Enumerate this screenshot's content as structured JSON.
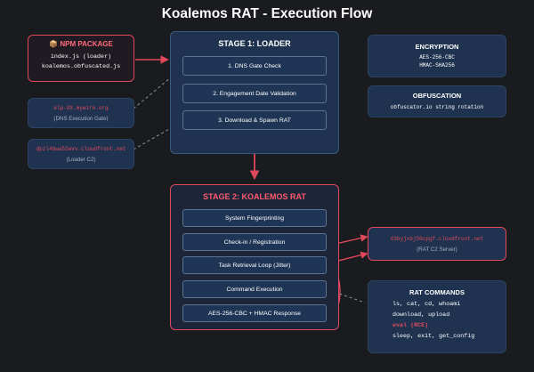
{
  "title": "Koalemos RAT - Execution Flow",
  "npm": {
    "icon": "📦",
    "heading": "NPM PACKAGE",
    "lines": [
      "index.js (loader)",
      "koalemos.obfuscated.js"
    ]
  },
  "dns_gate": {
    "url": "elp-XX.mywire.org",
    "label": "(DNS Execution Gate)"
  },
  "loader_c2": {
    "url": "dpzl4bwa52wvv.cloudfront.net",
    "label": "(Loader C2)"
  },
  "stage1": {
    "heading": "STAGE 1: LOADER",
    "steps": [
      "1. DNS Gate Check",
      "2. Engagement Date Validation",
      "3. Download & Spawn RAT"
    ]
  },
  "stage2": {
    "heading": "STAGE 2: KOALEMOS RAT",
    "steps": [
      "System Fingerprinting",
      "Check-in / Registration",
      "Task Retrieval Loop (Jitter)",
      "Command Execution",
      "AES-256-CBC + HMAC Response"
    ]
  },
  "encryption": {
    "heading": "ENCRYPTION",
    "lines": [
      "AES-256-CBC",
      "HMAC-SHA256"
    ]
  },
  "obfuscation": {
    "heading": "OBFUSCATION",
    "lines": [
      "obfuscator.io string rotation"
    ]
  },
  "rat_c2": {
    "url": "d3byjxbj50cpgf.cloudfront.net",
    "label": "(RAT C2 Server)"
  },
  "rat_commands": {
    "heading": "RAT COMMANDS",
    "lines": [
      "ls, cat, cd, whoami",
      "download, upload"
    ],
    "highlight": "eval (RCE)",
    "last": "sleep, exit, get_config"
  },
  "colors": {
    "background": "#1a1b1e",
    "card": "#1f3350",
    "accent_red": "#e0485c",
    "arrow": "#e0485c",
    "dashed": "#8fa0b8"
  }
}
